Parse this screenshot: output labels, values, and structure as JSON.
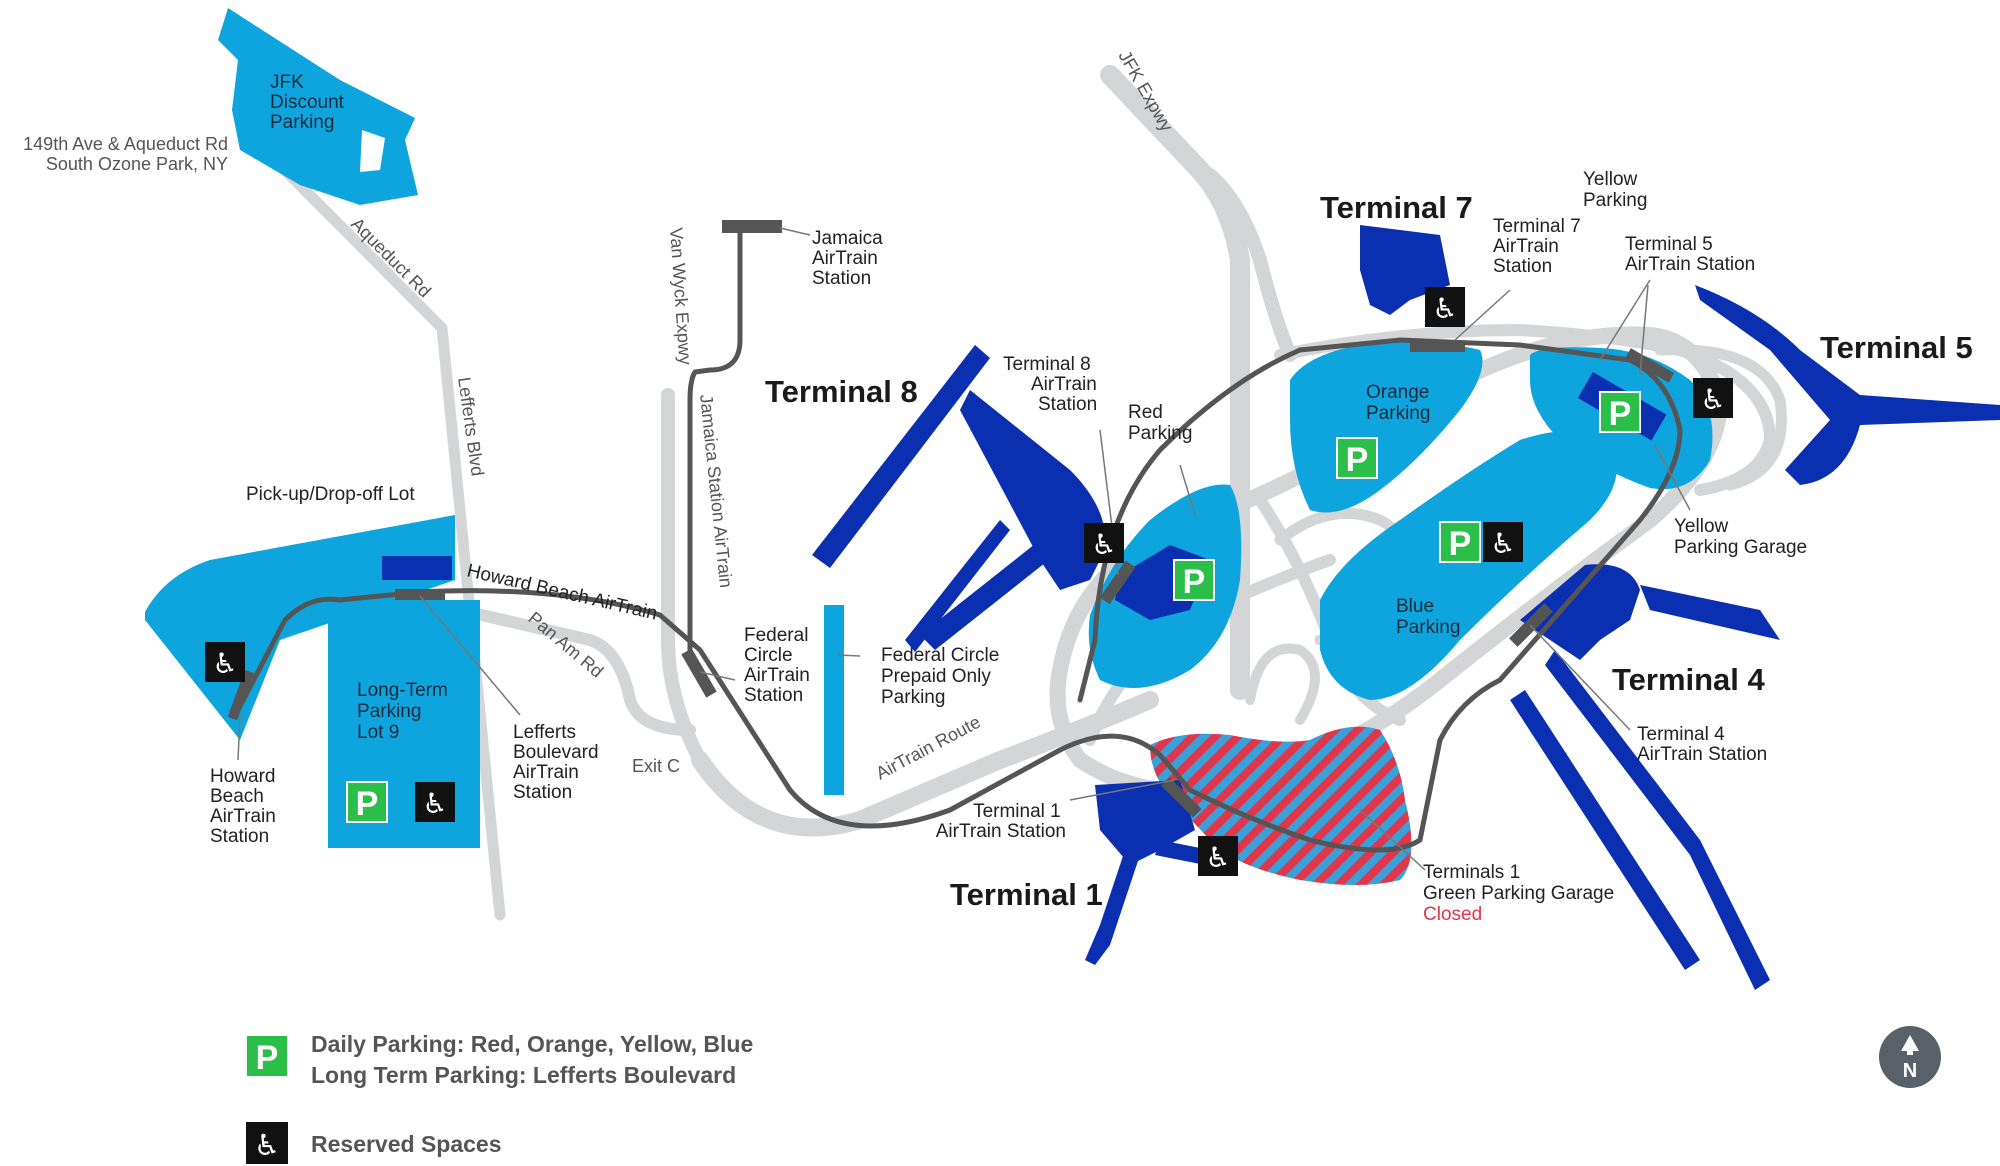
{
  "colors": {
    "lot_blue": "#0ea5de",
    "terminal_navy": "#0a2fb0",
    "road_gray": "#d3d5d7",
    "airtrain_dark": "#555555",
    "parking_green": "#2bbf4a",
    "closed_red": "#e0364b"
  },
  "address": {
    "line1": "149th Ave & Aqueduct Rd",
    "line2": "South Ozone Park, NY"
  },
  "roads": {
    "aqueduct": "Aqueduct Rd",
    "lefferts": "Lefferts Blvd",
    "van_wyck": "Van Wyck Expwy",
    "jfk_expwy": "JFK Expwy",
    "pan_am": "Pan Am Rd",
    "exit_c": "Exit C",
    "howard_beach_airtrain": "Howard Beach AirTrain",
    "jamaica_airtrain": "Jamaica Station AirTrain",
    "airtrain_route": "AirTrain Route"
  },
  "lots": {
    "discount": [
      "JFK",
      "Discount",
      "Parking"
    ],
    "pickup": "Pick-up/Drop-off Lot",
    "longterm": [
      "Long-Term",
      "Parking",
      "Lot 9"
    ],
    "red": [
      "Red",
      "Parking"
    ],
    "orange": [
      "Orange",
      "Parking"
    ],
    "yellow": [
      "Yellow",
      "Parking"
    ],
    "blue": [
      "Blue",
      "Parking"
    ],
    "yellow_garage": [
      "Yellow",
      "Parking Garage"
    ],
    "federal_prepaid": [
      "Federal Circle",
      "Prepaid Only",
      "Parking"
    ],
    "green_garage": [
      "Terminals 1",
      "Green Parking Garage"
    ],
    "green_garage_status": "Closed"
  },
  "stations": {
    "howard_beach": [
      "Howard",
      "Beach",
      "AirTrain",
      "Station"
    ],
    "lefferts": [
      "Lefferts",
      "Boulevard",
      "AirTrain",
      "Station"
    ],
    "jamaica": [
      "Jamaica",
      "AirTrain",
      "Station"
    ],
    "federal_circle": [
      "Federal",
      "Circle",
      "AirTrain",
      "Station"
    ],
    "t8": [
      "Terminal 8",
      "AirTrain",
      "Station"
    ],
    "t7": [
      "Terminal 7",
      "AirTrain",
      "Station"
    ],
    "t5": [
      "Terminal 5",
      "AirTrain Station"
    ],
    "t4": [
      "Terminal 4",
      "AirTrain Station"
    ],
    "t1": [
      "Terminal 1",
      "AirTrain Station"
    ]
  },
  "terminals": {
    "t1": "Terminal 1",
    "t4": "Terminal 4",
    "t5": "Terminal 5",
    "t7": "Terminal 7",
    "t8": "Terminal 8"
  },
  "icons": {
    "parking": "P",
    "accessible": "♿",
    "north": "N"
  },
  "legend": {
    "daily": "Daily Parking: Red, Orange, Yellow, Blue",
    "longterm": "Long Term Parking: Lefferts Boulevard",
    "reserved": "Reserved Spaces"
  }
}
